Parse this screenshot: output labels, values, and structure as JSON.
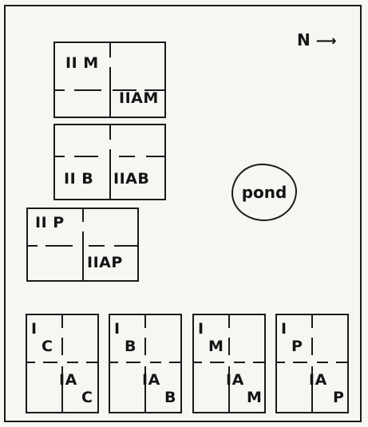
{
  "compass": {
    "label": "N",
    "arrow": "⟶"
  },
  "pond": {
    "label": "pond"
  },
  "plots": {
    "iim": {
      "label": "II M",
      "label2": "IIAM"
    },
    "iib": {
      "label": "II B",
      "label2": "IIAB"
    },
    "iip": {
      "label": "II P",
      "label2": "IIAP"
    },
    "ic": {
      "main": "I",
      "sub": "C",
      "main2": "IA",
      "sub2": "C"
    },
    "ib": {
      "main": "I",
      "sub": "B",
      "main2": "IA",
      "sub2": "B"
    },
    "im": {
      "main": "I",
      "sub": "M",
      "main2": "IA",
      "sub2": "M"
    },
    "ip": {
      "main": "I",
      "sub": "P",
      "main2": "IA",
      "sub2": "P"
    }
  }
}
